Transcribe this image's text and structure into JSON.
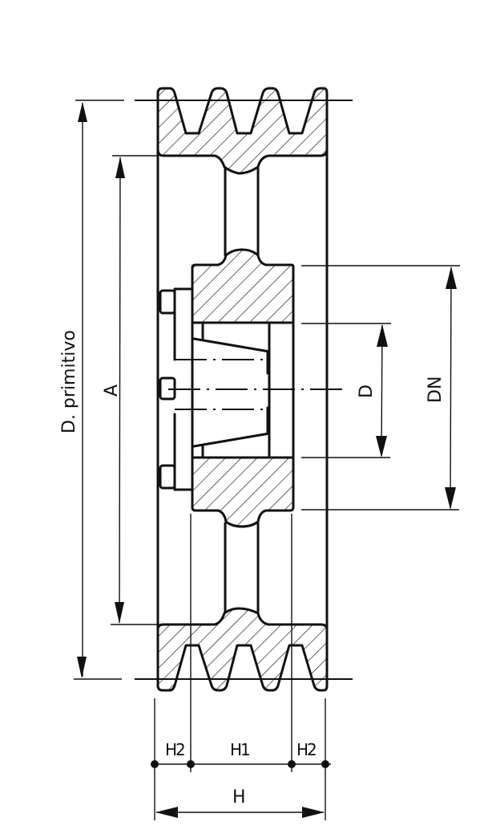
{
  "drawing": {
    "subject": "V-belt pulley, 3 grooves, taper bush hub (section view)",
    "groove_count": 3,
    "line_color": "#111111",
    "background": "#ffffff"
  },
  "labels": {
    "pitch_diameter": "D. primitivo",
    "a_dimension": "A",
    "bore": "D",
    "hub_diameter": "DN",
    "h2_left": "H2",
    "h1": "H1",
    "h2_right": "H2",
    "total_width": "H"
  }
}
